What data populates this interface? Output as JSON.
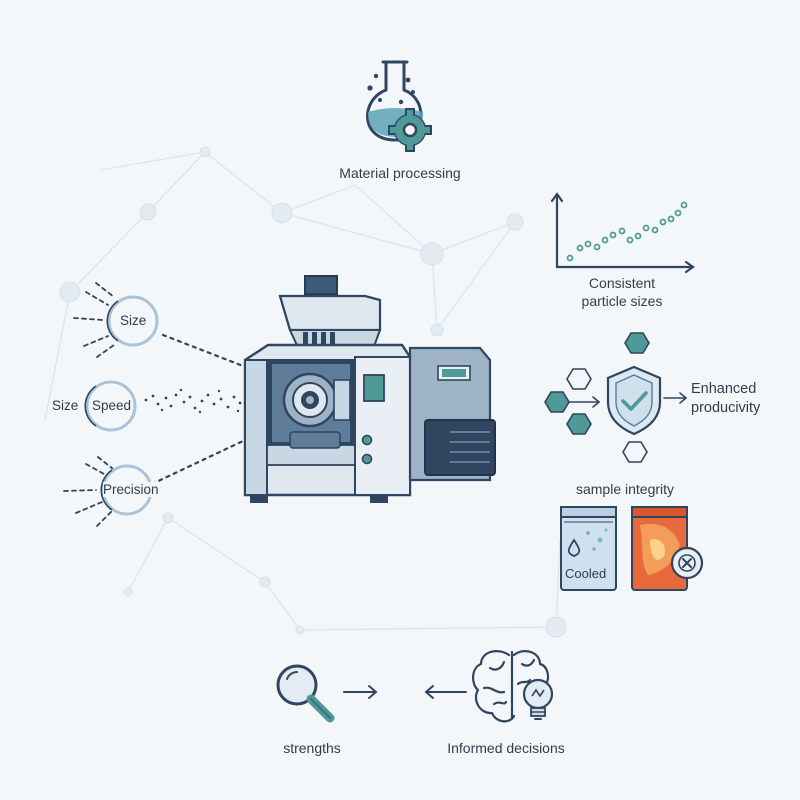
{
  "labels": {
    "material_processing": "Material processing",
    "consistent_particle_sizes": [
      "Consistent",
      "particle sizes"
    ],
    "enhanced_productivity": [
      "Enhanced",
      "producivity"
    ],
    "sample_integrity": "sample integrity",
    "cooled": "Cooled",
    "strengths": "strengths",
    "informed_decisions": "Informed decisions",
    "size_top": "Size",
    "size_left": "Size",
    "speed": "Speed",
    "precision": "Precision"
  },
  "colors": {
    "teal": "#4f9a96",
    "navy": "#2f4560",
    "steel": "#9fb3c7",
    "light_steel": "#dfe7ef",
    "blue_bag": "#cfe1ee",
    "red_bag": "#e86a3c",
    "network": "#dbe5ee"
  },
  "icons": [
    "flask-gear-icon",
    "scatter-chart-icon",
    "shield-check-icon",
    "hexagon-icon",
    "cooled-bag-icon",
    "burnt-bag-icon",
    "x-circle-icon",
    "magnifier-icon",
    "brain-icon",
    "lightbulb-icon",
    "arrow-right-icon",
    "arrow-left-icon",
    "grinding-machine-icon"
  ]
}
